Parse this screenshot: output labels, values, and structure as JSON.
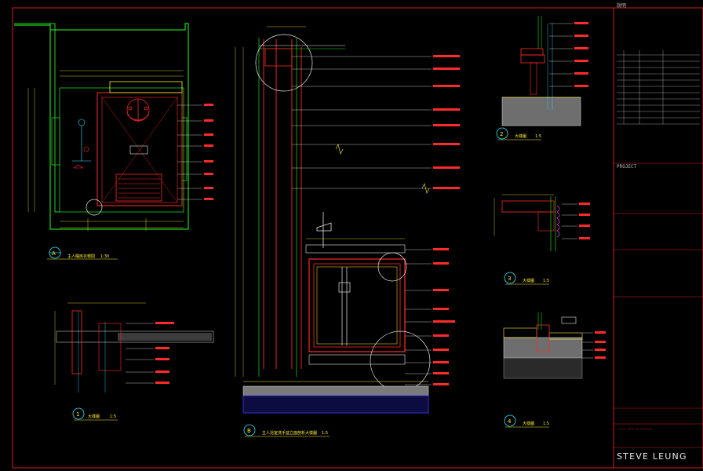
{
  "sheet": {
    "header_note": "說明",
    "project_label": "PROJECT",
    "brand": "STEVE LEUNG",
    "small_red_note": "—— ——— ———"
  },
  "colors": {
    "background": "#000000",
    "frame": "#d21e1e",
    "wall": "#1fd31f",
    "detail_red": "#ff2a2a",
    "dim_yellow": "#ffee33",
    "fixture_cyan": "#2ee6ff",
    "text_white": "#e6e6e6",
    "hatch_gray": "#9a9a9a",
    "section_magenta": "#ff3cff"
  },
  "views": [
    {
      "id": "plan",
      "tag": "A",
      "caption": "主人睡房衣帽間",
      "scale": "1:30"
    },
    {
      "id": "elevation",
      "tag": "B",
      "caption": "主人浴室洗手盆立面剖析大樣圖",
      "scale": "1:5"
    },
    {
      "id": "detail-1",
      "tag": "1",
      "caption": "大樣圖",
      "scale": "1:5"
    },
    {
      "id": "detail-2",
      "tag": "2",
      "caption": "大樣圖",
      "scale": "1:5"
    },
    {
      "id": "detail-3",
      "tag": "3",
      "caption": "大樣圖",
      "scale": "1:5"
    },
    {
      "id": "detail-4",
      "tag": "4",
      "caption": "大樣圖",
      "scale": "1:5"
    }
  ],
  "icons": [
    "section-marker-icon",
    "detail-callout-icon",
    "break-line-icon",
    "chandelier-icon"
  ]
}
